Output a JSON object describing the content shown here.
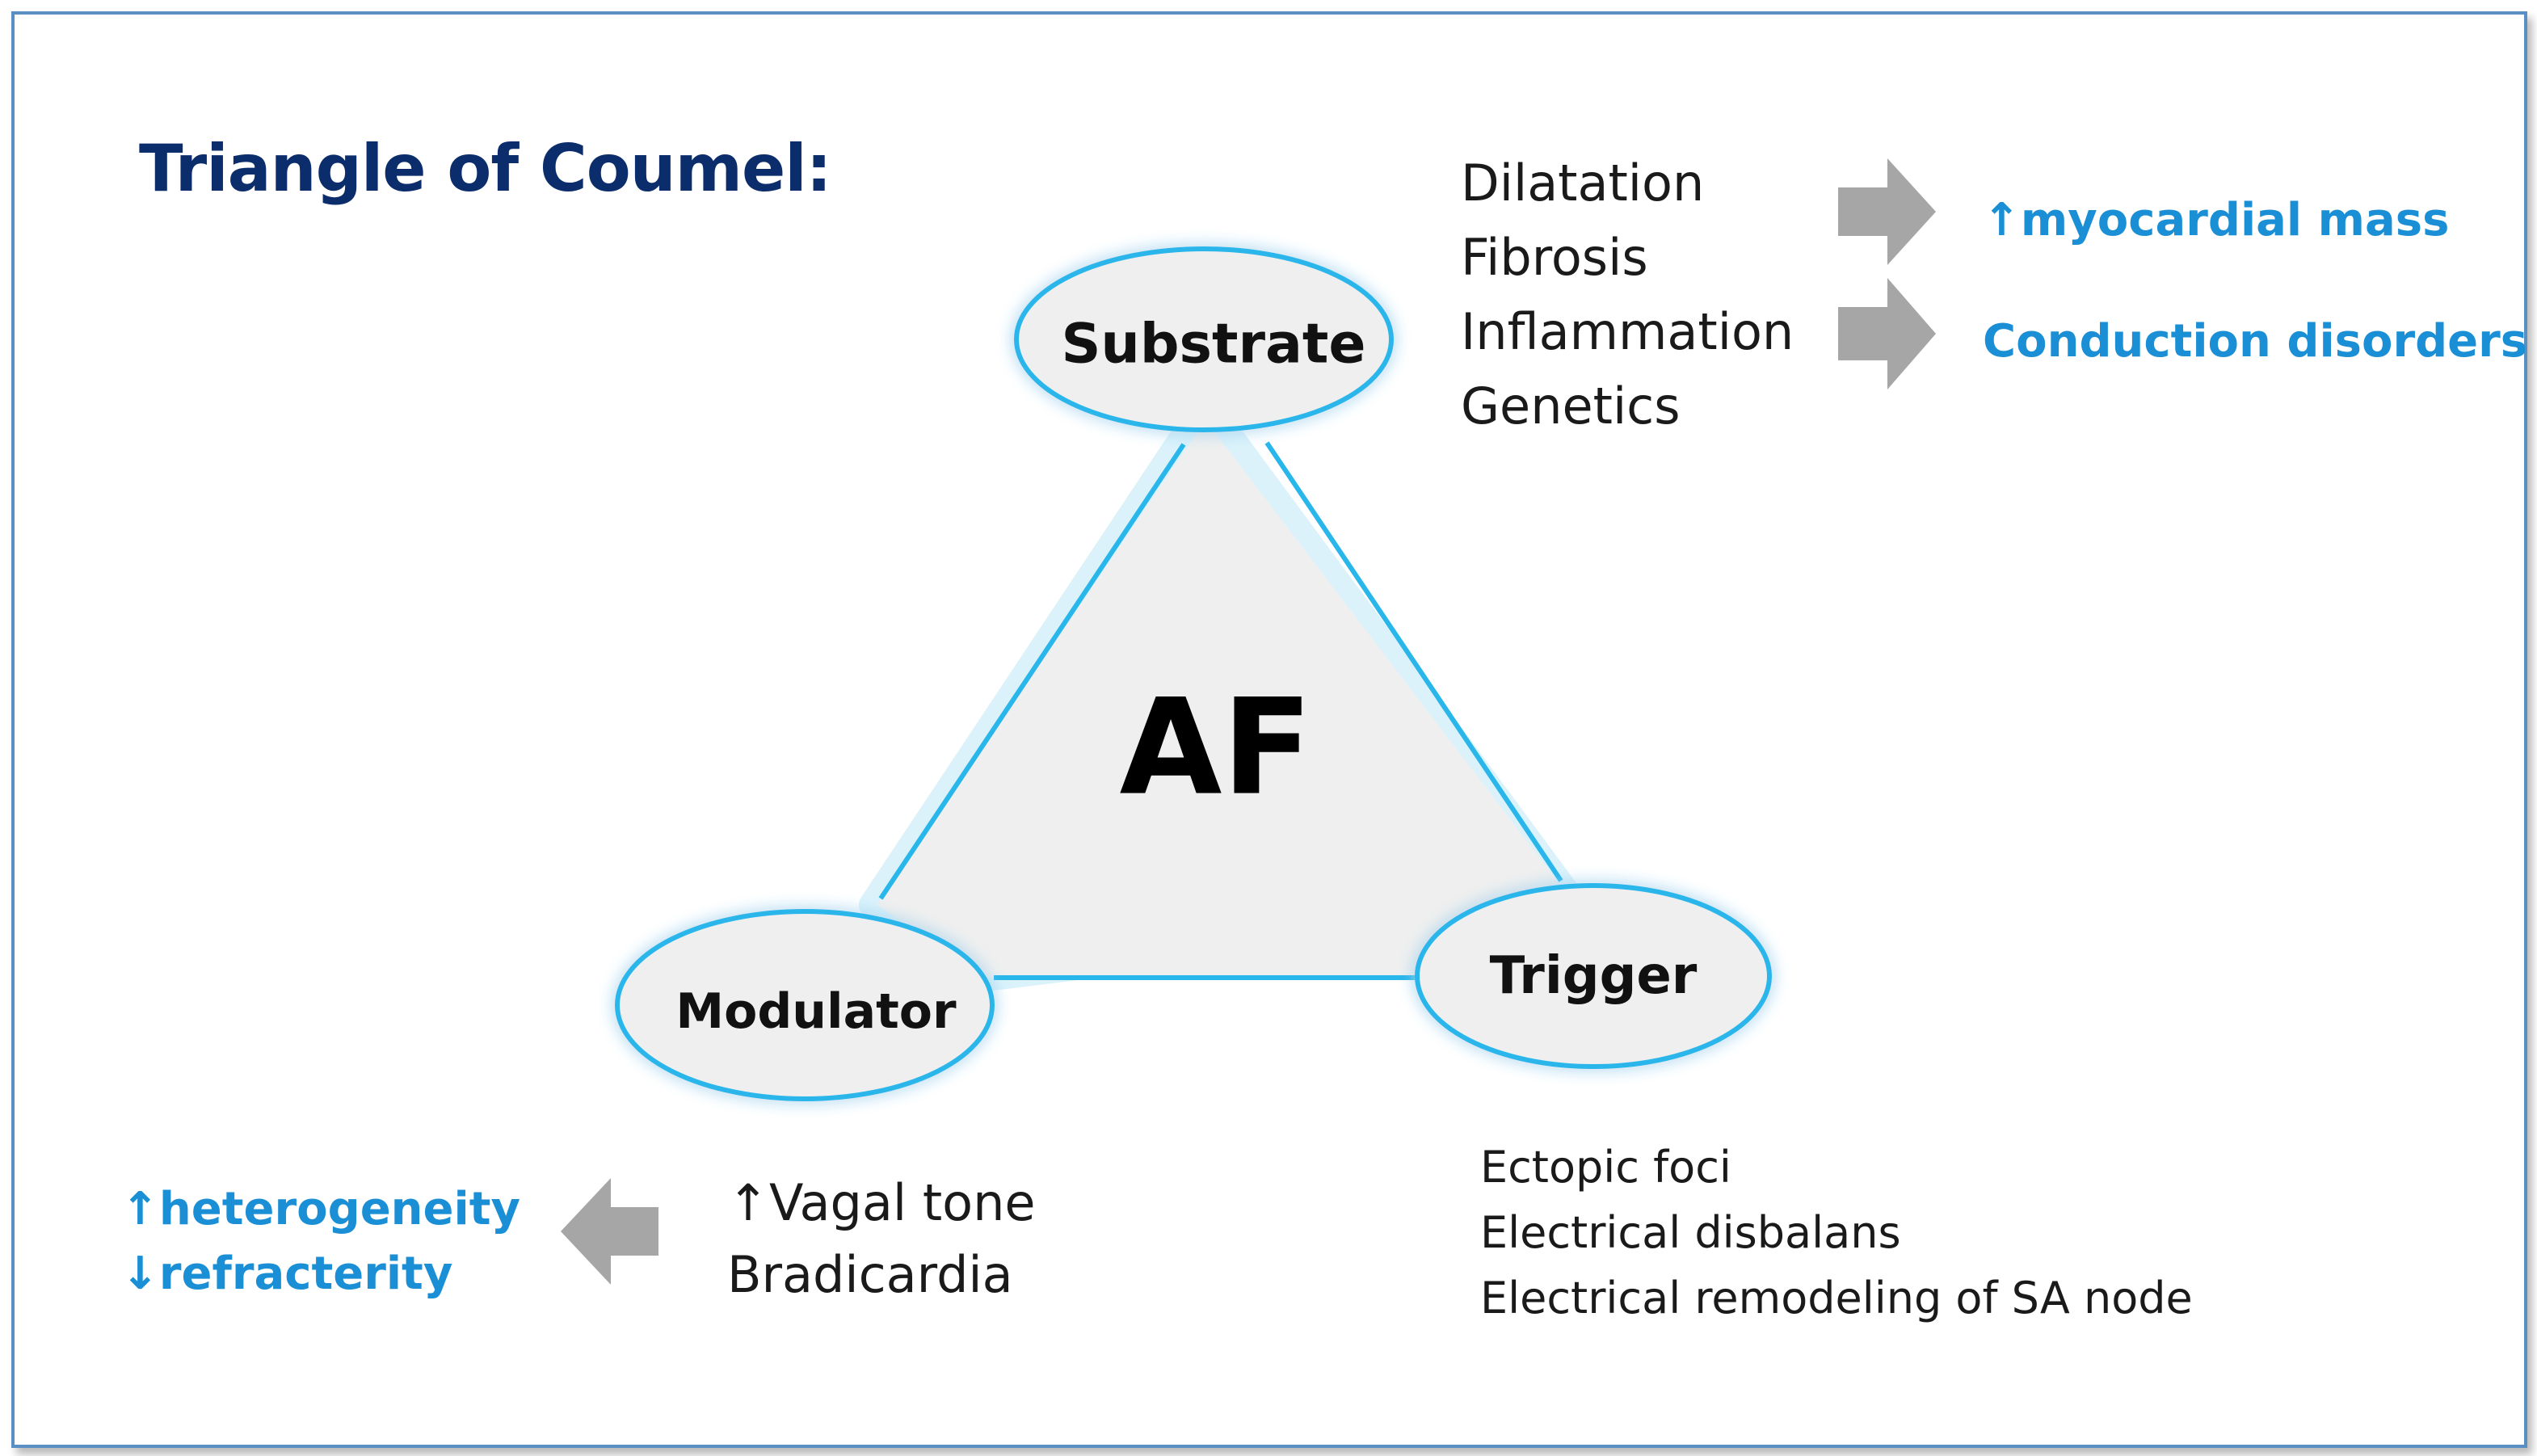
{
  "title": "Triangle of Coumel:",
  "center": "AF",
  "nodes": {
    "substrate": "Substrate",
    "trigger": "Trigger",
    "modulator": "Modulator"
  },
  "substrate_factors": [
    "Dilatation",
    "Fibrosis",
    "Inflammation",
    "Genetics"
  ],
  "substrate_effects": [
    "↑myocardial mass",
    "Conduction disorders"
  ],
  "trigger_factors": [
    "Ectopic foci",
    "Electrical disbalans",
    "Electrical remodeling of SA node"
  ],
  "modulator_factors": [
    "↑Vagal tone",
    "Bradicardia"
  ],
  "modulator_effects": [
    "↑heterogeneity",
    "↓refracterity"
  ],
  "colors": {
    "title": "#0c2d6b",
    "effect_text": "#1a8fd6",
    "outline": "#29b6ea",
    "fill": "#efefef",
    "arrow": "#a6a6a6"
  },
  "icons": [
    "right-arrow-icon",
    "left-arrow-icon"
  ]
}
